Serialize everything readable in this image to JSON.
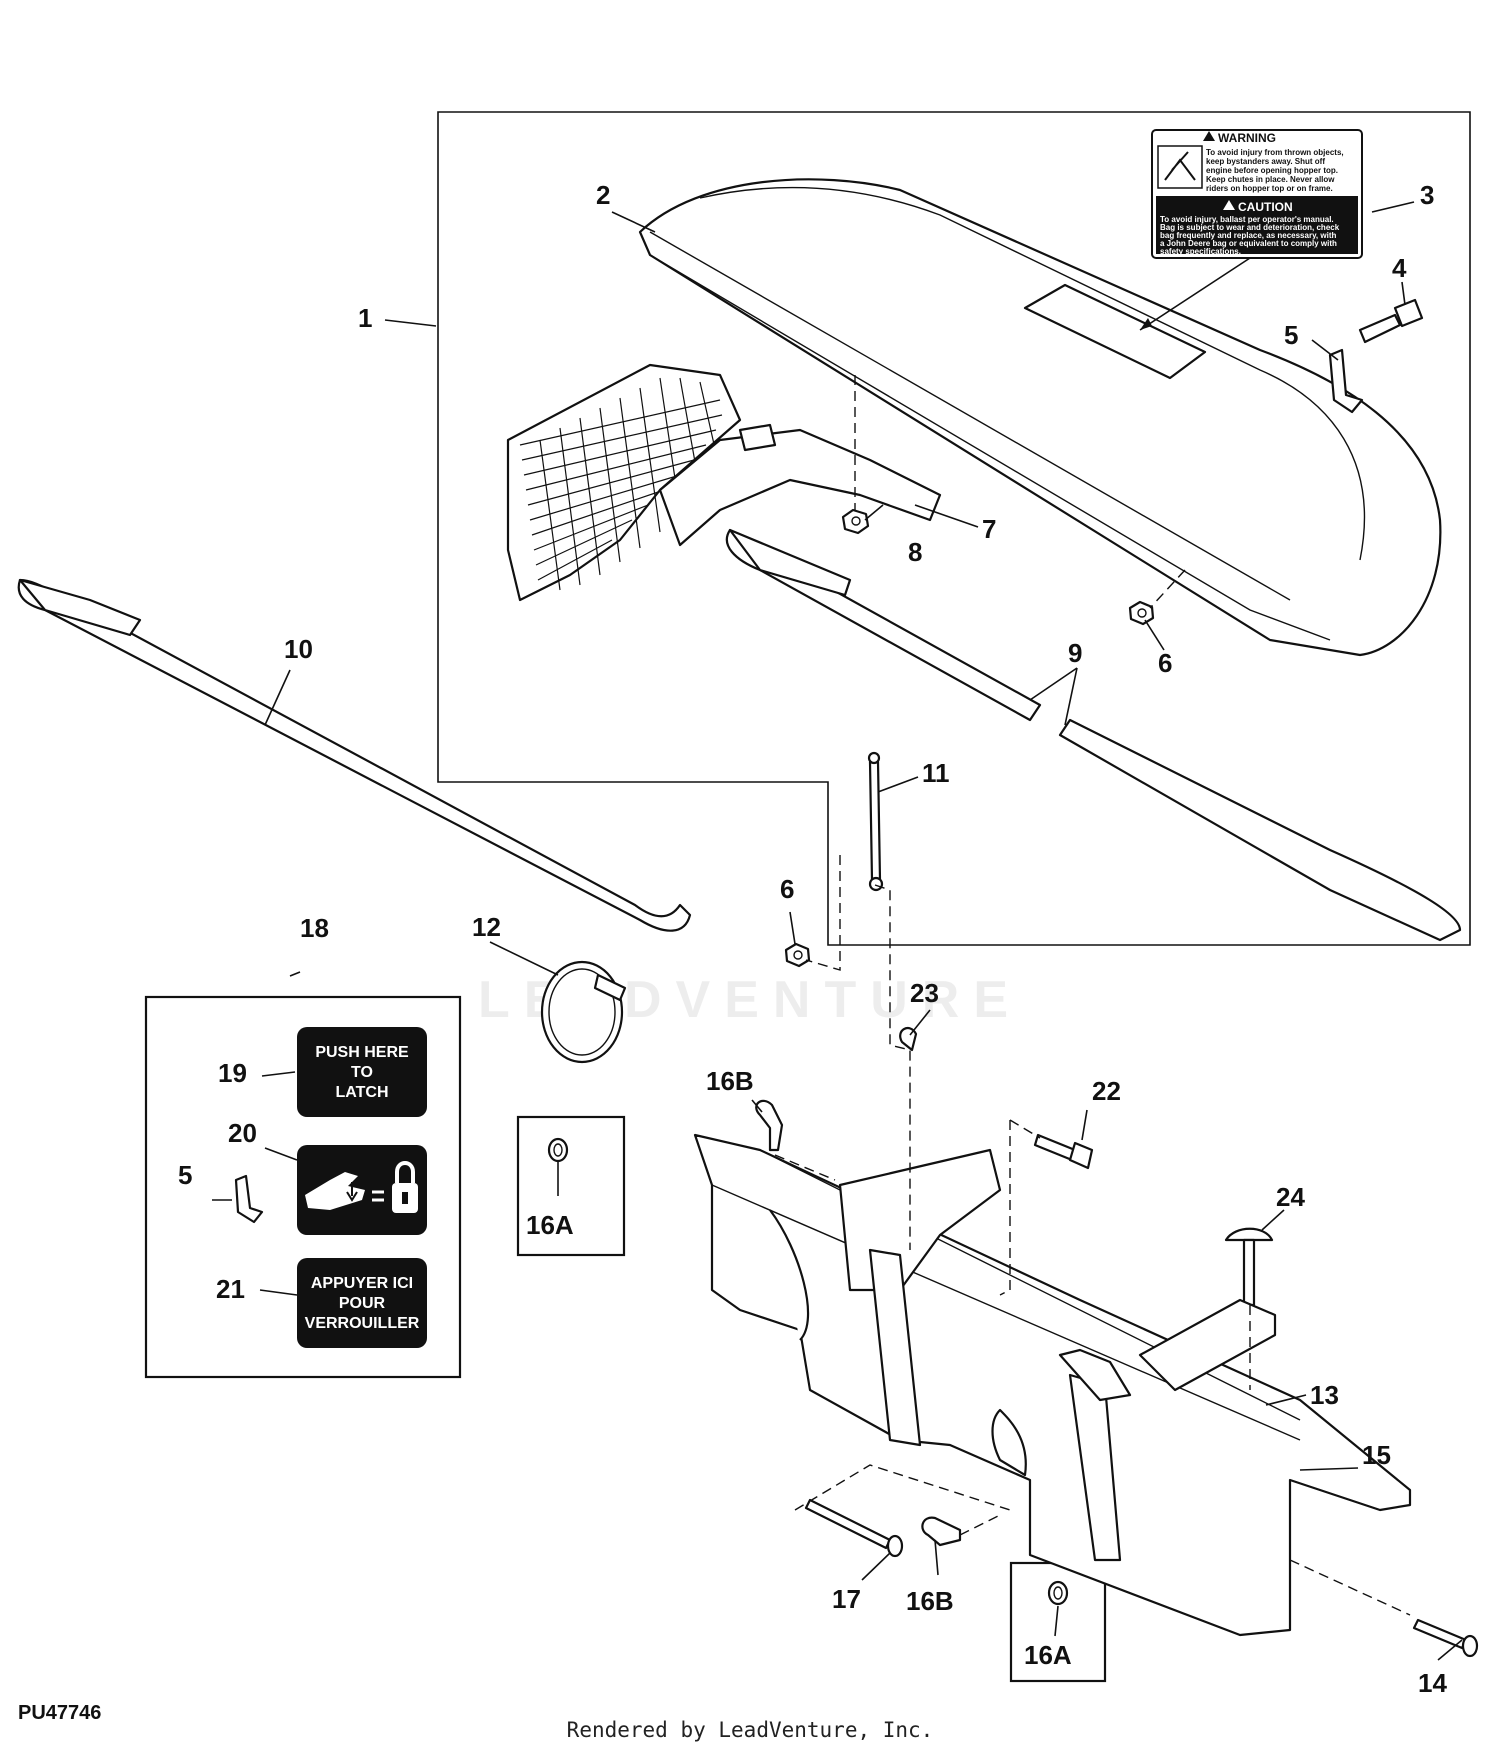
{
  "figure_id": "PU47746",
  "credit": "Rendered by LeadVenture, Inc.",
  "watermark": "LEADVENTURE",
  "callouts": {
    "c1": "1",
    "c2": "2",
    "c3": "3",
    "c4": "4",
    "c5a": "5",
    "c5b": "5",
    "c6a": "6",
    "c6b": "6",
    "c7": "7",
    "c8": "8",
    "c9": "9",
    "c10": "10",
    "c11": "11",
    "c12": "12",
    "c13": "13",
    "c14": "14",
    "c15": "15",
    "c16a1": "16A",
    "c16a2": "16A",
    "c16b1": "16B",
    "c16b2": "16B",
    "c17": "17",
    "c18": "18",
    "c19": "19",
    "c20": "20",
    "c21": "21",
    "c22": "22",
    "c23": "23",
    "c24": "24"
  },
  "decals": {
    "warning_head": "WARNING",
    "warning_lines": [
      "To avoid injury from thrown objects,",
      "keep bystanders away. Shut off",
      "engine before opening hopper top.",
      "Keep chutes in place. Never allow",
      "riders on hopper top or on frame."
    ],
    "caution_head": "CAUTION",
    "caution_lines": [
      "To avoid injury, ballast per operator's manual.",
      "Bag is subject to wear and deterioration, check",
      "bag frequently and replace, as necessary, with",
      "a John Deere bag or equivalent to comply with",
      "safety specifications."
    ],
    "push_lines": [
      "PUSH HERE",
      "TO",
      "LATCH"
    ],
    "appuyer_lines": [
      "APPUYER ICI",
      "POUR",
      "VERROUILLER"
    ]
  },
  "icons": {
    "lock": "lock-icon",
    "hand": "hand-press-icon",
    "warning": "warning-triangle-icon"
  }
}
